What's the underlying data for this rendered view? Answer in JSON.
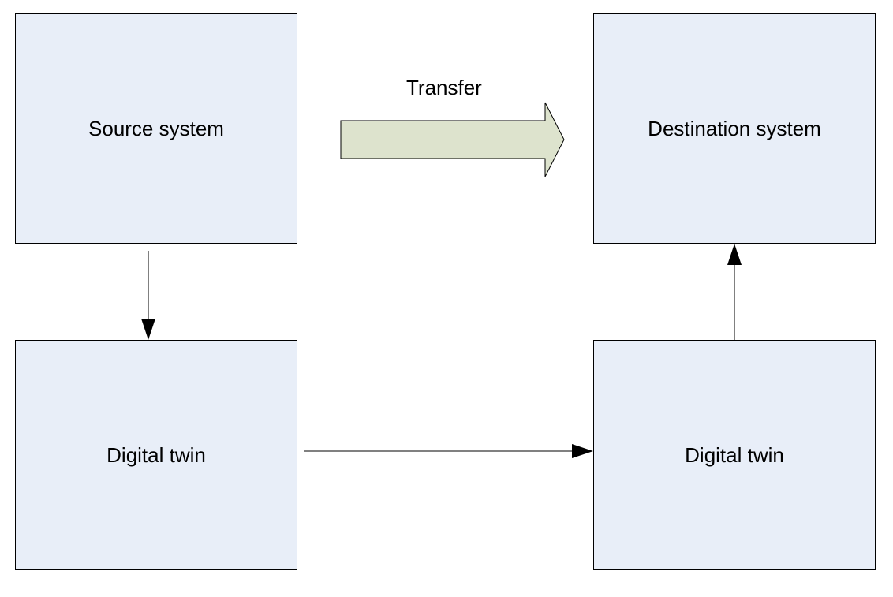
{
  "nodes": {
    "source": "Source system",
    "destination": "Destination system",
    "twin_left": "Digital twin",
    "twin_right": "Digital twin"
  },
  "transfer_label": "Transfer",
  "colors": {
    "box_fill": "#e8eef8",
    "arrow_fill": "#dde3cd",
    "stroke": "#000000"
  }
}
